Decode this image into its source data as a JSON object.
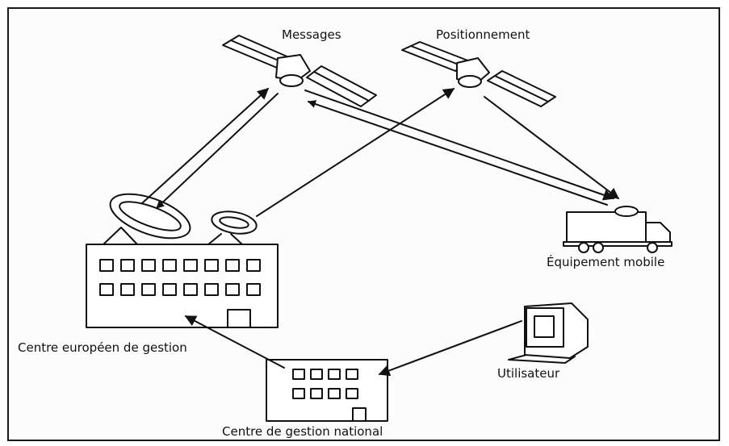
{
  "labels": {
    "satellite_messages": "Messages",
    "satellite_positioning": "Positionnement",
    "mobile_equipment": "Équipement mobile",
    "european_center": "Centre européen de gestion",
    "national_center": "Centre de gestion national",
    "user": "Utilisateur"
  },
  "colors": {
    "ink": "#111111",
    "background": "#ffffff"
  }
}
